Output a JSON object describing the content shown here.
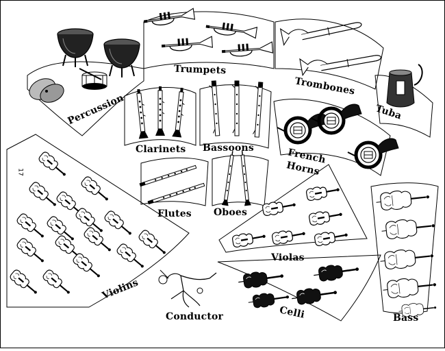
{
  "page_number": "17",
  "colors": {
    "ink": "#000000",
    "paper": "#ffffff",
    "shade": "#444444"
  },
  "sections": {
    "trumpets": {
      "label": "Trumpets",
      "icon": "trumpet-icon",
      "count": 4
    },
    "trombones": {
      "label": "Trombones",
      "icon": "trombone-icon",
      "count": 2
    },
    "tuba": {
      "label": "Tuba",
      "icon": "tuba-icon",
      "count": 1
    },
    "percussion": {
      "label": "Percussion",
      "icon": "drum-icon",
      "count": 4
    },
    "clarinets": {
      "label": "Clarinets",
      "icon": "clarinet-icon",
      "count": 3
    },
    "bassoons": {
      "label": "Bassoons",
      "icon": "bassoon-icon",
      "count": 3
    },
    "french_horns": {
      "label_line1": "French",
      "label_line2": "Horns",
      "icon": "french-horn-icon",
      "count": 3
    },
    "flutes": {
      "label": "Flutes",
      "icon": "flute-icon",
      "count": 2
    },
    "oboes": {
      "label": "Oboes",
      "icon": "oboe-icon",
      "count": 2
    },
    "violins": {
      "label": "Violins",
      "icon": "violin-icon",
      "count": 16
    },
    "violas": {
      "label": "Violas",
      "icon": "viola-icon",
      "count": 6
    },
    "celli": {
      "label": "Celli",
      "icon": "cello-icon",
      "count": 4
    },
    "bass": {
      "label": "Bass",
      "icon": "double-bass-icon",
      "count": 5
    },
    "conductor": {
      "label": "Conductor",
      "icon": "conductor-icon",
      "count": 1
    }
  }
}
